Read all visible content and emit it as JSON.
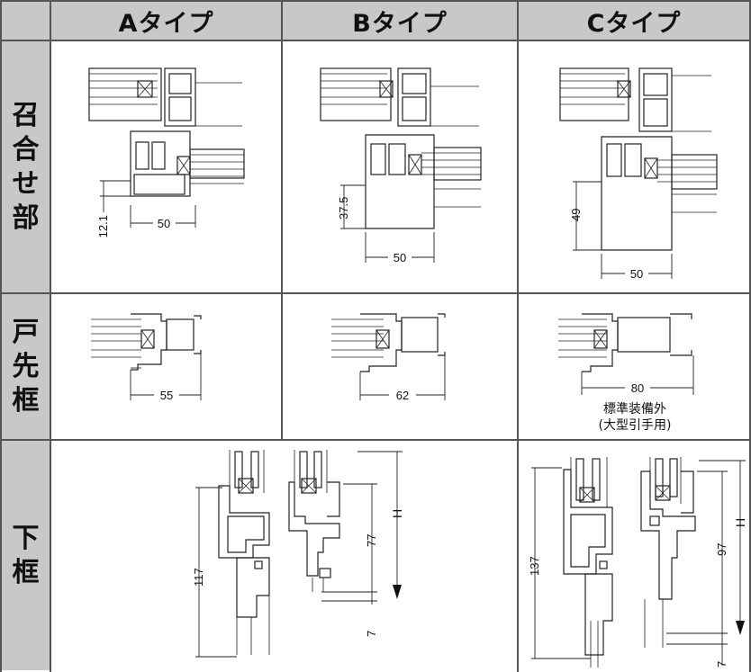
{
  "columns": [
    "Aタイプ",
    "Bタイプ",
    "Cタイプ"
  ],
  "rows": [
    {
      "chars": [
        "召",
        "合",
        "せ",
        "部"
      ]
    },
    {
      "chars": [
        "戸",
        "先",
        "框"
      ]
    },
    {
      "chars": [
        "下",
        "框"
      ]
    }
  ],
  "meeting_rail": {
    "A": {
      "height": "12.1",
      "width": "50"
    },
    "B": {
      "height": "37.5",
      "width": "50"
    },
    "C": {
      "height": "49",
      "width": "50"
    }
  },
  "door_stile": {
    "A": {
      "width": "55"
    },
    "B": {
      "width": "62"
    },
    "C": {
      "width": "80",
      "note_line1": "標準装備外",
      "note_line2": "(大型引手用)"
    }
  },
  "bottom_rail": {
    "AB": {
      "total": "117",
      "upper": "77",
      "lower": "7",
      "h_label": "H"
    },
    "C": {
      "total": "137",
      "upper": "97",
      "lower": "7",
      "h_label": "H"
    }
  }
}
